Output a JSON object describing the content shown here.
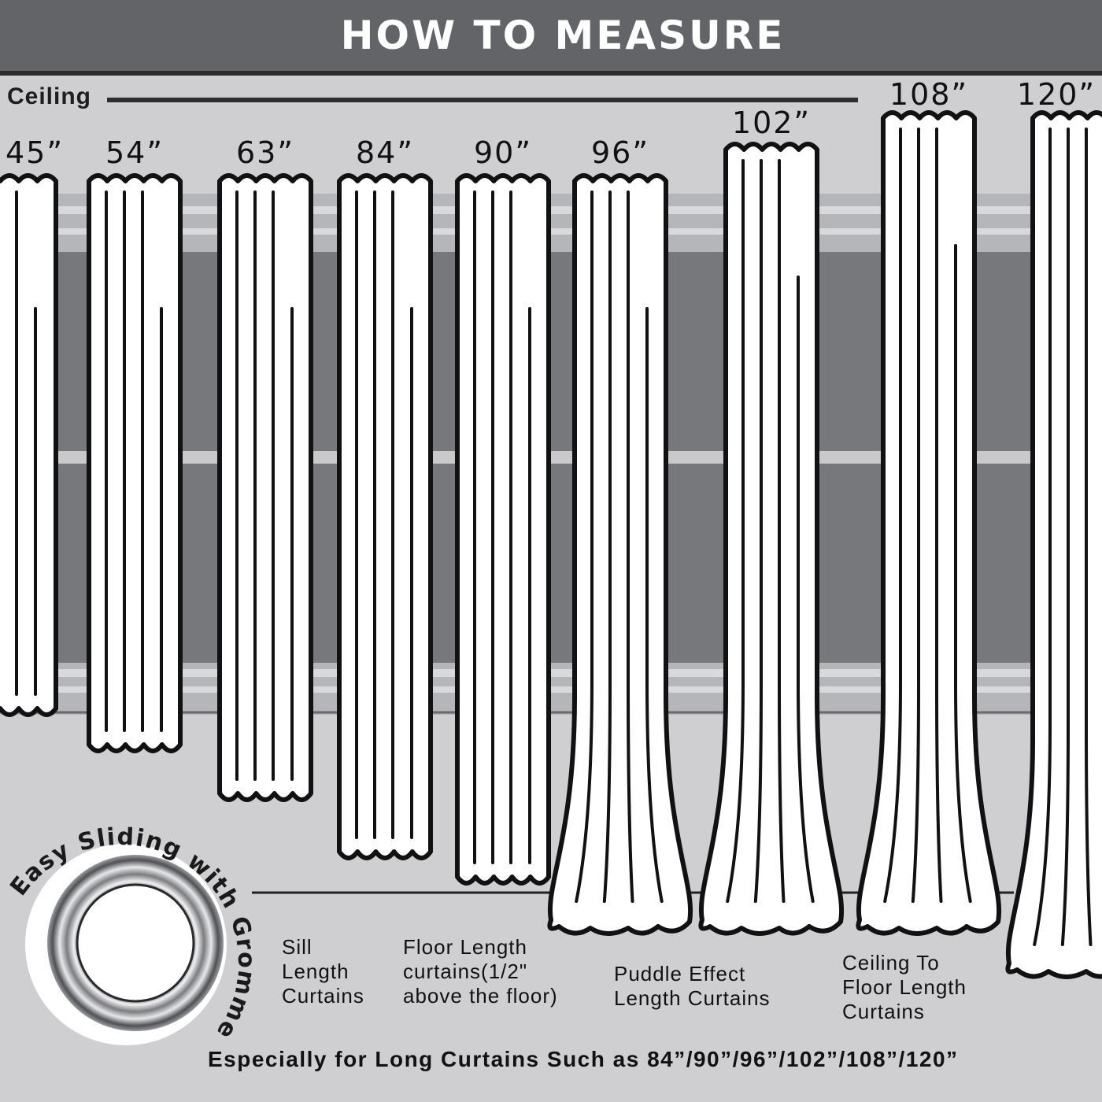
{
  "header": {
    "title": "HOW TO MEASURE"
  },
  "ceiling_label": "Ceiling",
  "curtains": [
    {
      "size": "45”",
      "group": "sill"
    },
    {
      "size": "54”",
      "group": "sill"
    },
    {
      "size": "63”",
      "group": "sill"
    },
    {
      "size": "84”",
      "group": "floor"
    },
    {
      "size": "90”",
      "group": "floor"
    },
    {
      "size": "96”",
      "group": "puddle"
    },
    {
      "size": "102”",
      "group": "puddle"
    },
    {
      "size": "108”",
      "group": "ceiling-to-floor"
    },
    {
      "size": "120”",
      "group": "ceiling-to-floor"
    }
  ],
  "descriptions": {
    "sill": "Sill\nLength\nCurtains",
    "floor": "Floor Length\ncurtains(1/2\"\nabove the floor)",
    "puddle": "Puddle Effect\nLength Curtains",
    "ceiling_to_floor": "Ceiling To\nFloor Length\nCurtains"
  },
  "badge": {
    "text": "Easy Sliding with Grommets"
  },
  "footer_note": "Especially for Long Curtains Such as 84”/90”/96”/102”/108”/120”",
  "colors": {
    "header_bg": "#636467",
    "wall": "#cfcfd1",
    "window_glass": "#77787b",
    "frame": "#b5b6b9",
    "curtain": "#ffffff",
    "outline": "#111111"
  }
}
